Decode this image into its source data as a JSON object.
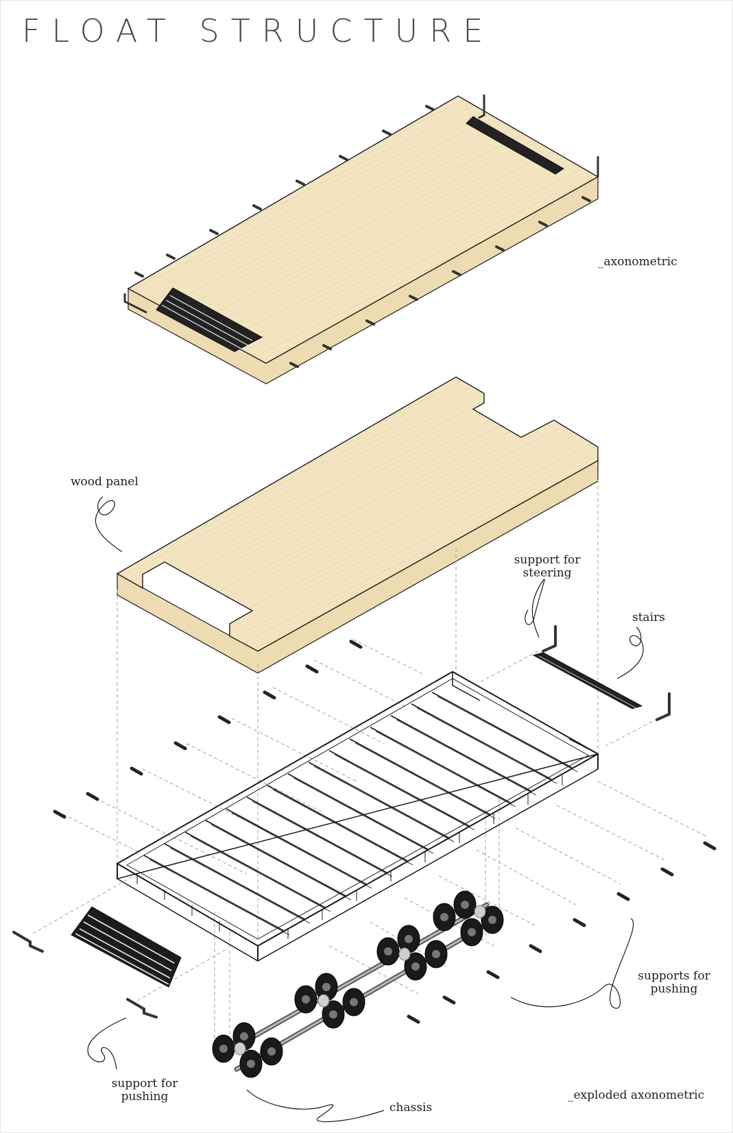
{
  "title": "FLOAT STRUCTURE",
  "views": {
    "axonometric": "_axonometric",
    "exploded": "_exploded axonometric"
  },
  "labels": {
    "wood_panel": "wood panel",
    "support_steering_1": "support for",
    "support_steering_2": "steering",
    "stairs": "stairs",
    "supports_pushing_1": "supports for",
    "supports_pushing_2": "pushing",
    "support_pushing_1": "support for",
    "support_pushing_2": "pushing",
    "chassis": "chassis"
  },
  "colors": {
    "wood": "#f3e5c2",
    "wood_side": "#eddcb2",
    "line": "#1a1a1a",
    "dash": "#9a9a9a"
  }
}
